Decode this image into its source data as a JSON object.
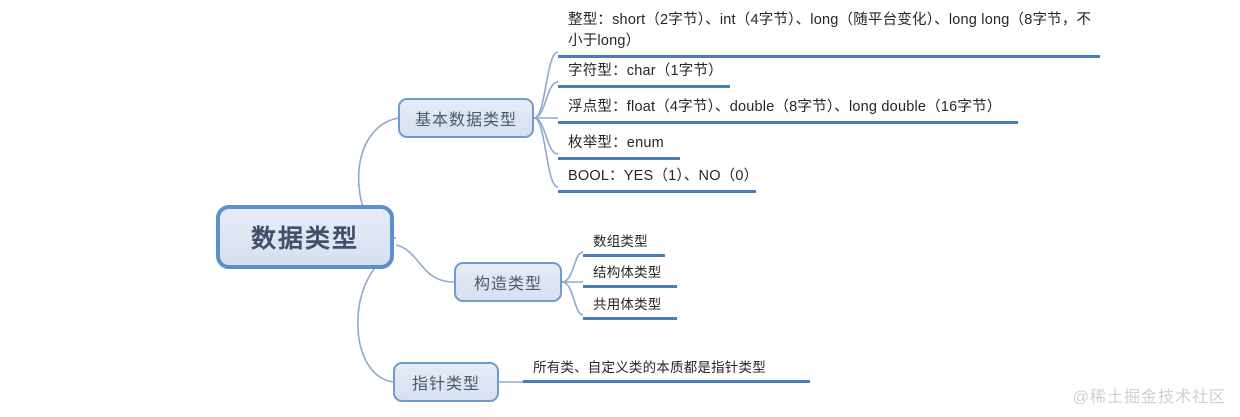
{
  "mindmap": {
    "root": {
      "label": "数据类型"
    },
    "branches": [
      {
        "id": "basic",
        "label": "基本数据类型",
        "children": [
          {
            "id": "int",
            "label": "整型：short（2字节）、int（4字节）、long（随平台变化）、long long（8字节，不小于long）"
          },
          {
            "id": "char",
            "label": "字符型：char（1字节）"
          },
          {
            "id": "float",
            "label": "浮点型：float（4字节）、double（8字节）、long double（16字节）"
          },
          {
            "id": "enum",
            "label": "枚举型：enum"
          },
          {
            "id": "bool",
            "label": "BOOL：YES（1）、NO（0）"
          }
        ]
      },
      {
        "id": "construct",
        "label": "构造类型",
        "children": [
          {
            "id": "array",
            "label": "数组类型"
          },
          {
            "id": "struct",
            "label": "结构体类型"
          },
          {
            "id": "union",
            "label": "共用体类型"
          }
        ]
      },
      {
        "id": "pointer",
        "label": "指针类型",
        "children": [
          {
            "id": "ptr-note",
            "label": "所有类、自定义类的本质都是指针类型"
          }
        ]
      }
    ]
  },
  "watermark": {
    "text": "@稀土掘金技术社区"
  },
  "colors": {
    "node_border": "#5b8fd0",
    "node_fill": "#dde5f2",
    "connector": "#8fa9cd",
    "underline": "#4a7ebb",
    "text": "#262626",
    "watermark": "#cfcfcf"
  }
}
